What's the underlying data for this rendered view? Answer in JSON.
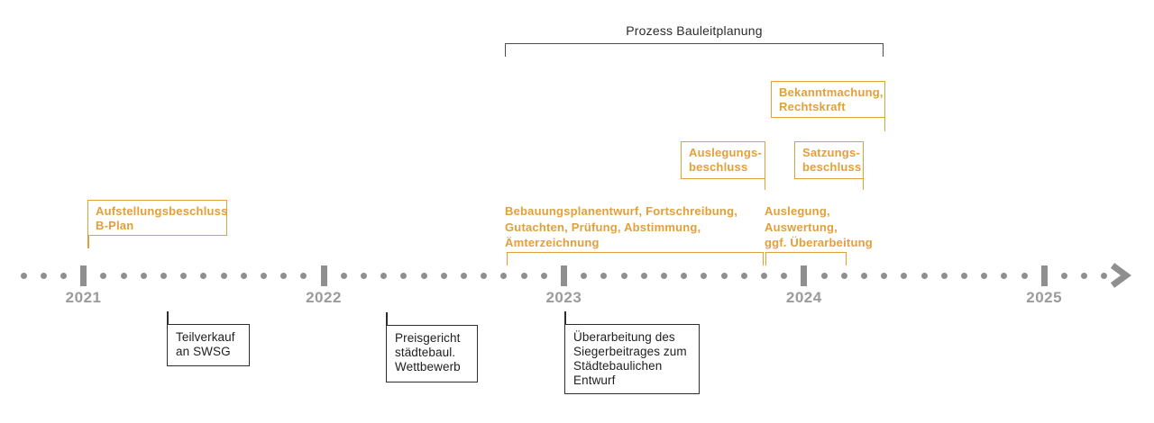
{
  "colors": {
    "accent_orange": "#e39f3a",
    "timeline_gray": "#8f8f8f",
    "year_label_gray": "#9b9b9b",
    "bracket_dark": "#4c4c4c",
    "box_border_dark": "#2d2d2d"
  },
  "process": {
    "label": "Prozess Bauleitplanung"
  },
  "milestones": {
    "aufstellungsbeschluss": {
      "lines": [
        "Aufstellungsbeschluss",
        "B-Plan"
      ]
    },
    "bekanntmachung": {
      "lines": [
        "Bekanntmachung,",
        "Rechtskraft"
      ]
    },
    "auslegungsbeschluss": {
      "lines": [
        "Auslegungs-",
        "beschluss"
      ]
    },
    "satzungsbeschluss": {
      "lines": [
        "Satzungs-",
        "beschluss"
      ]
    }
  },
  "notes": {
    "bebauungsplan": {
      "lines": [
        "Bebauungsplanentwurf, Fortschreibung,",
        "Gutachten, Prüfung, Abstimmung,",
        "Ämterzeichnung"
      ]
    },
    "auslegung": {
      "lines": [
        "Auslegung,",
        "Auswertung,",
        "ggf. Überarbeitung"
      ]
    }
  },
  "timeline": {
    "years": [
      "2021",
      "2022",
      "2023",
      "2024",
      "2025"
    ]
  },
  "events": {
    "teilverkauf": {
      "lines": [
        "Teilverkauf",
        "an SWSG"
      ]
    },
    "preisgericht": {
      "lines": [
        "Preisgericht",
        "städtebaul.",
        "Wettbewerb"
      ]
    },
    "ueberarbeitung": {
      "lines": [
        "Überarbeitung des",
        "Siegerbeitrages zum",
        "Städtebaulichen",
        "Entwurf"
      ]
    }
  }
}
